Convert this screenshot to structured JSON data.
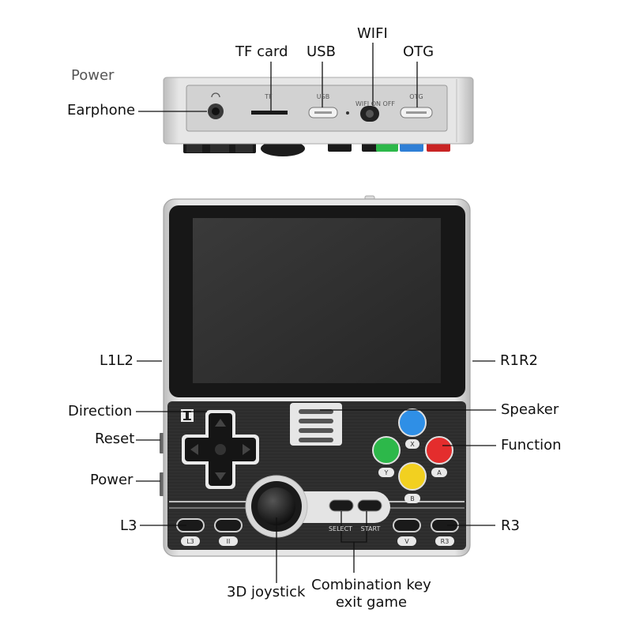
{
  "labels": {
    "power_top": "Power",
    "tf_card": "TF card",
    "usb": "USB",
    "wifi": "WIFI",
    "otg": "OTG",
    "earphone": "Earphone",
    "l1l2": "L1L2",
    "r1r2": "R1R2",
    "direction": "Direction",
    "speaker": "Speaker",
    "reset": "Reset",
    "function": "Function",
    "power": "Power",
    "l3": "L3",
    "r3": "R3",
    "joystick": "3D joystick",
    "combo_line1": "Combination key",
    "combo_line2": "exit game"
  },
  "panel_text": {
    "tf": "TF",
    "usb": "USB",
    "wifi_switch": "WIFI ON OFF",
    "otg": "OTG"
  },
  "face_buttons": {
    "x": "X",
    "y": "Y",
    "a": "A",
    "b": "B",
    "select": "SELECT",
    "start": "START",
    "l3": "L3",
    "ii": "II",
    "v": "V",
    "r3": "R3",
    "logo": "I"
  },
  "colors": {
    "button_x": "#2f8fe6",
    "button_y": "#2db84a",
    "button_a": "#e42d2d",
    "button_b": "#f2d020",
    "shell": "#d9d9d9",
    "bezel": "#1a1a1a",
    "screen": "#2e2e2e",
    "faceplate": "#2a2a2a"
  }
}
